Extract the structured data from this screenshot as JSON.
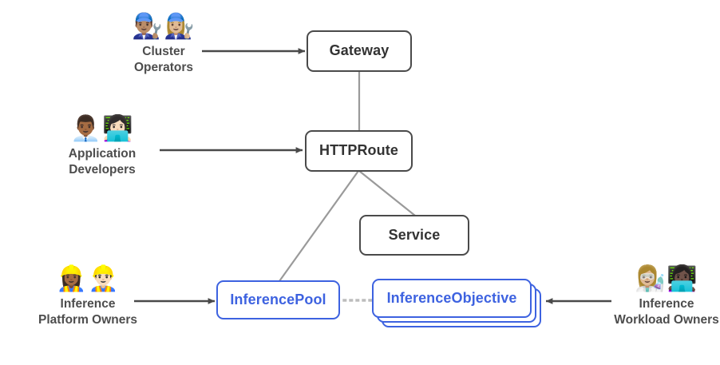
{
  "diagram": {
    "title": "Gateway API Inference Extension resource model and personas",
    "colors": {
      "gateway_node_border": "#4a4a4a",
      "gateway_node_text": "#333333",
      "inference_node_border": "#3d62e0",
      "inference_node_text": "#3d62e0",
      "arrow": "#4a4a4a",
      "connector": "#9a9a9a",
      "dotted_connector": "#bdbdbd",
      "persona_label": "#4d4d4d",
      "background": "#ffffff"
    },
    "nodes": [
      {
        "id": "gateway",
        "label": "Gateway",
        "style": "gray",
        "stacked": false
      },
      {
        "id": "httproute",
        "label": "HTTPRoute",
        "style": "gray",
        "stacked": false
      },
      {
        "id": "service",
        "label": "Service",
        "style": "gray",
        "stacked": false
      },
      {
        "id": "inferencepool",
        "label": "InferencePool",
        "style": "blue",
        "stacked": false
      },
      {
        "id": "inferenceobjective",
        "label": "InferenceObjective",
        "style": "blue",
        "stacked": true
      }
    ],
    "personas": [
      {
        "id": "cluster-operators",
        "emojis": "👨🏽‍🔧👩🏼‍🔧",
        "label": "Cluster\nOperators",
        "targets": "Gateway"
      },
      {
        "id": "application-developers",
        "emojis": "👨🏾‍💼👩🏻‍💻",
        "label": "Application\nDevelopers",
        "targets": "HTTPRoute"
      },
      {
        "id": "inference-platform-owners",
        "emojis": "👷🏾‍♀️👷🏻‍♂️",
        "label": "Inference\nPlatform Owners",
        "targets": "InferencePool"
      },
      {
        "id": "inference-workload-owners",
        "emojis": "👩🏼‍🔬👩🏿‍💻",
        "label": "Inference\nWorkload Owners",
        "targets": "InferenceObjective"
      }
    ],
    "edges": [
      {
        "id": "edge-operators-gateway",
        "from": "Cluster Operators",
        "to": "Gateway",
        "kind": "arrow"
      },
      {
        "id": "edge-developers-httproute",
        "from": "Application Developers",
        "to": "HTTPRoute",
        "kind": "arrow"
      },
      {
        "id": "edge-platform-pool",
        "from": "Inference Platform Owners",
        "to": "InferencePool",
        "kind": "arrow"
      },
      {
        "id": "edge-workload-objective",
        "from": "Inference Workload Owners",
        "to": "InferenceObjective",
        "kind": "arrow"
      },
      {
        "id": "edge-gateway-httproute",
        "from": "Gateway",
        "to": "HTTPRoute",
        "kind": "line"
      },
      {
        "id": "edge-httproute-pool",
        "from": "HTTPRoute",
        "to": "InferencePool",
        "kind": "line"
      },
      {
        "id": "edge-httproute-service",
        "from": "HTTPRoute",
        "to": "Service",
        "kind": "line"
      },
      {
        "id": "edge-pool-objective",
        "from": "InferencePool",
        "to": "InferenceObjective",
        "kind": "dotted"
      }
    ]
  }
}
